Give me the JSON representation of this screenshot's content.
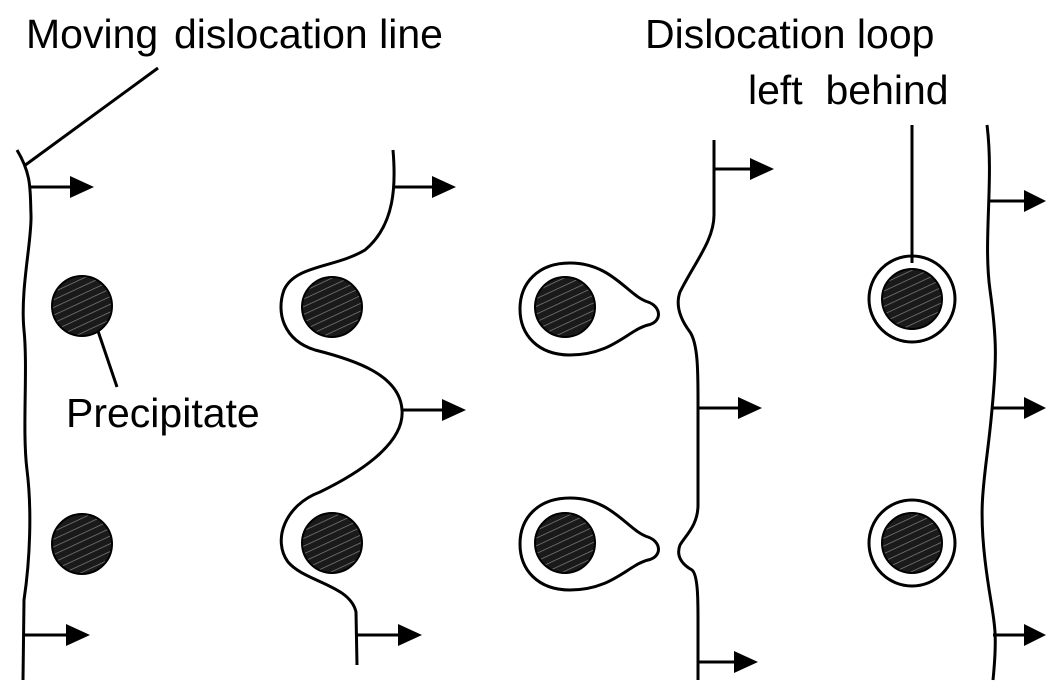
{
  "labels": {
    "moving": "Moving",
    "dislocation_line": "dislocation line",
    "dislocation_loop": "Dislocation loop",
    "left_behind": "left  behind",
    "precipitate": "Precipitate"
  },
  "colors": {
    "ink": "#000000",
    "precipitate_fill": "#1a1a1a",
    "hatch": "#8a8a8a",
    "background": "#ffffff"
  }
}
